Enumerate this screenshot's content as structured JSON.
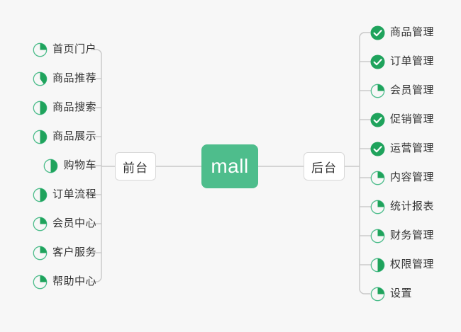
{
  "diagram": {
    "type": "mindmap",
    "title": "mall",
    "background_color": "#f7f7f7",
    "accent_color": "#4ebd8c",
    "done_color": "#1fa35c",
    "line_color": "#c8c8c8",
    "text_color": "#333333"
  },
  "root": {
    "label": "mall"
  },
  "branches": [
    {
      "id": "frontend",
      "label": "前台",
      "side": "left",
      "items": [
        {
          "label": "首页门户",
          "icon": "pie-progress-icon",
          "progress": 25,
          "status": "in-progress"
        },
        {
          "label": "商品推荐",
          "icon": "pie-progress-icon",
          "progress": 40,
          "status": "in-progress"
        },
        {
          "label": "商品搜索",
          "icon": "pie-progress-icon",
          "progress": 50,
          "status": "in-progress"
        },
        {
          "label": "商品展示",
          "icon": "pie-progress-icon",
          "progress": 50,
          "status": "in-progress"
        },
        {
          "label": "购物车",
          "icon": "pie-progress-icon",
          "progress": 50,
          "status": "in-progress"
        },
        {
          "label": "订单流程",
          "icon": "pie-progress-icon",
          "progress": 50,
          "status": "in-progress"
        },
        {
          "label": "会员中心",
          "icon": "pie-progress-icon",
          "progress": 25,
          "status": "in-progress"
        },
        {
          "label": "客户服务",
          "icon": "pie-progress-icon",
          "progress": 25,
          "status": "in-progress"
        },
        {
          "label": "帮助中心",
          "icon": "pie-progress-icon",
          "progress": 25,
          "status": "in-progress"
        }
      ]
    },
    {
      "id": "backend",
      "label": "后台",
      "side": "right",
      "items": [
        {
          "label": "商品管理",
          "icon": "check-circle-icon",
          "progress": 100,
          "status": "done"
        },
        {
          "label": "订单管理",
          "icon": "check-circle-icon",
          "progress": 100,
          "status": "done"
        },
        {
          "label": "会员管理",
          "icon": "pie-progress-icon",
          "progress": 25,
          "status": "in-progress"
        },
        {
          "label": "促销管理",
          "icon": "check-circle-icon",
          "progress": 100,
          "status": "done"
        },
        {
          "label": "运营管理",
          "icon": "check-circle-icon",
          "progress": 100,
          "status": "done"
        },
        {
          "label": "内容管理",
          "icon": "pie-progress-icon",
          "progress": 25,
          "status": "in-progress"
        },
        {
          "label": "统计报表",
          "icon": "pie-progress-icon",
          "progress": 25,
          "status": "in-progress"
        },
        {
          "label": "财务管理",
          "icon": "pie-progress-icon",
          "progress": 25,
          "status": "in-progress"
        },
        {
          "label": "权限管理",
          "icon": "pie-progress-icon",
          "progress": 50,
          "status": "in-progress"
        },
        {
          "label": "设置",
          "icon": "pie-progress-icon",
          "progress": 25,
          "status": "in-progress"
        }
      ]
    }
  ]
}
